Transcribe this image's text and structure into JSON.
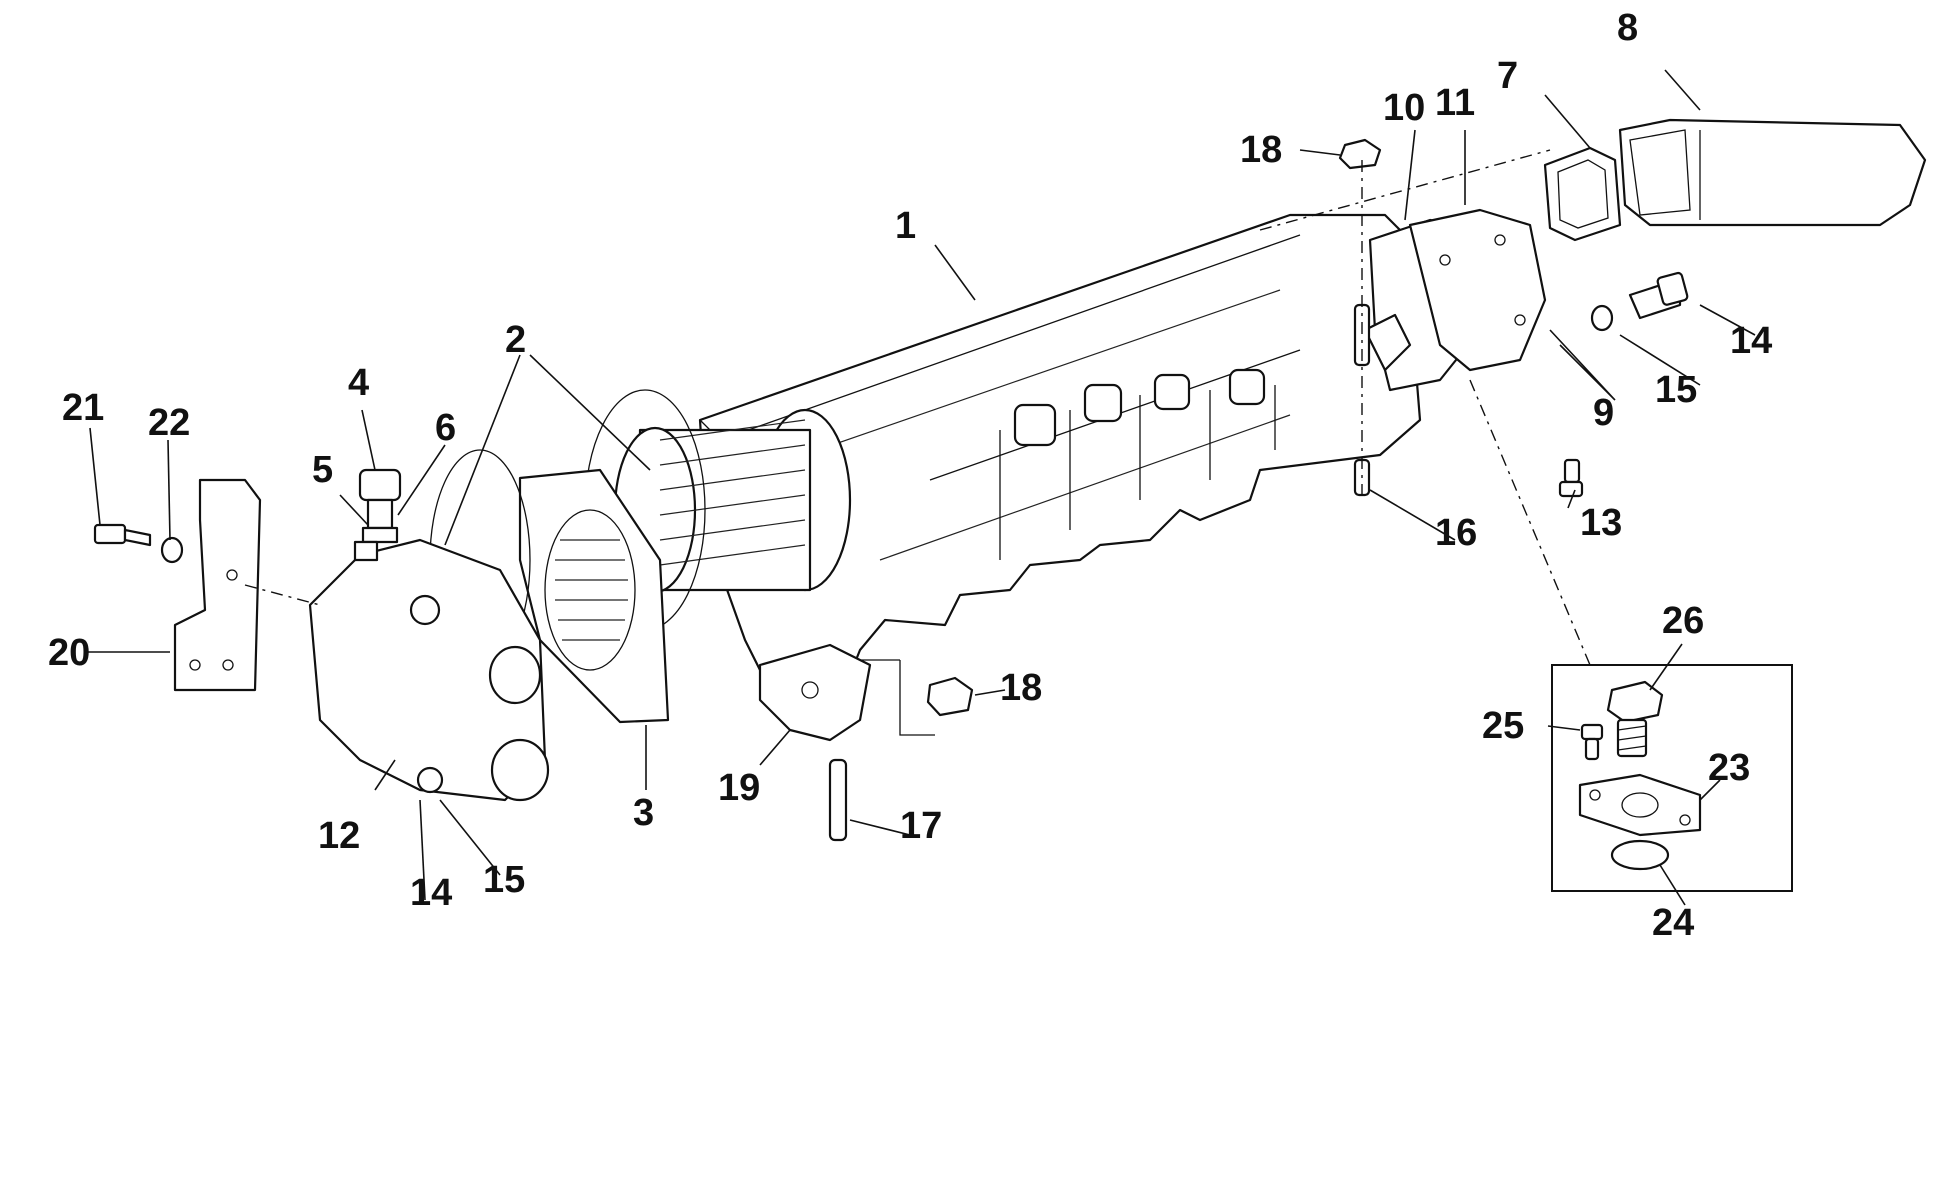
{
  "callouts": [
    {
      "id": "c1",
      "text": "1"
    },
    {
      "id": "c2",
      "text": "2"
    },
    {
      "id": "c3",
      "text": "3"
    },
    {
      "id": "c4",
      "text": "4"
    },
    {
      "id": "c5",
      "text": "5"
    },
    {
      "id": "c6",
      "text": "6"
    },
    {
      "id": "c7",
      "text": "7"
    },
    {
      "id": "c8",
      "text": "8"
    },
    {
      "id": "c9",
      "text": "9"
    },
    {
      "id": "c10",
      "text": "10"
    },
    {
      "id": "c11",
      "text": "11"
    },
    {
      "id": "c12",
      "text": "12"
    },
    {
      "id": "c13",
      "text": "13"
    },
    {
      "id": "c14a",
      "text": "14"
    },
    {
      "id": "c14b",
      "text": "14"
    },
    {
      "id": "c15a",
      "text": "15"
    },
    {
      "id": "c15b",
      "text": "15"
    },
    {
      "id": "c16",
      "text": "16"
    },
    {
      "id": "c17",
      "text": "17"
    },
    {
      "id": "c18a",
      "text": "18"
    },
    {
      "id": "c18b",
      "text": "18"
    },
    {
      "id": "c19",
      "text": "19"
    },
    {
      "id": "c20",
      "text": "20"
    },
    {
      "id": "c21",
      "text": "21"
    },
    {
      "id": "c22",
      "text": "22"
    },
    {
      "id": "c23",
      "text": "23"
    },
    {
      "id": "c24",
      "text": "24"
    },
    {
      "id": "c25",
      "text": "25"
    },
    {
      "id": "c26",
      "text": "26"
    }
  ]
}
